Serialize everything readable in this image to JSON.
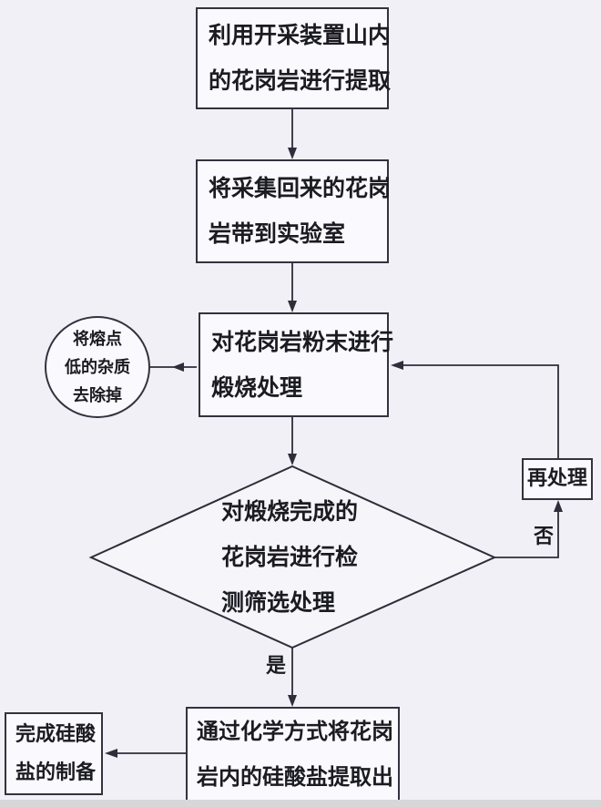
{
  "colors": {
    "background": "#f1f0f6",
    "node_fill": "#faf9fd",
    "diamond_fill": "#f6f5fa",
    "line": "#2e2d3a",
    "text": "#1b1b22",
    "footer_bar": "#d7d7d9"
  },
  "nodes": {
    "extract": {
      "lines": [
        "利用开采装置山内",
        "的花岗岩进行提取"
      ]
    },
    "lab": {
      "lines": [
        "将采集回来的花岗",
        "岩带到实验室"
      ]
    },
    "calcine": {
      "lines": [
        "对花岗岩粉末进行",
        "煅烧处理"
      ]
    },
    "impurity": {
      "lines": [
        "将熔点",
        "低的杂质",
        "去除掉"
      ]
    },
    "inspect": {
      "lines": [
        "对煅烧完成的",
        "花岗岩进行检",
        "测筛选处理"
      ]
    },
    "reprocess": {
      "label": "再处理"
    },
    "chemical": {
      "lines": [
        "通过化学方式将花岗",
        "岩内的硅酸盐提取出"
      ]
    },
    "complete": {
      "lines": [
        "完成硅酸",
        "盐的制备"
      ]
    }
  },
  "labels": {
    "yes": "是",
    "no": "否"
  }
}
